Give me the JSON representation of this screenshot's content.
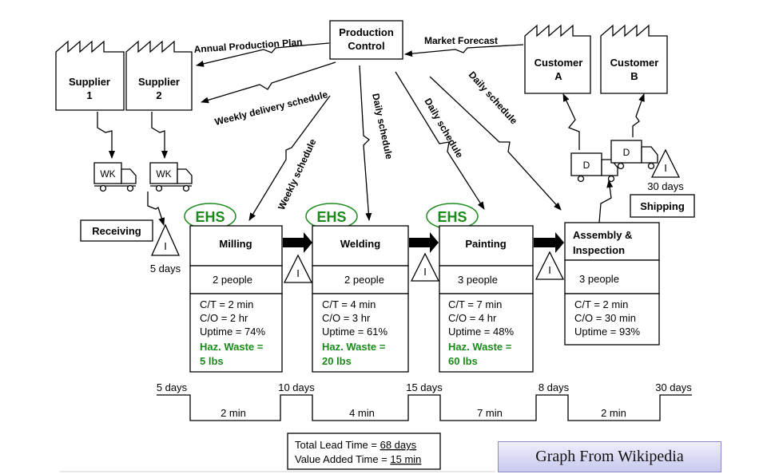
{
  "production_control": {
    "line1": "Production",
    "line2": "Control"
  },
  "flows": {
    "annual_plan": "Annual Production Plan",
    "market_forecast": "Market Forecast",
    "weekly_delivery": "Weekly delivery schedule",
    "weekly_schedule": "Weekly schedule",
    "daily_1": "Daily schedule",
    "daily_2": "Daily schedule",
    "daily_3": "Daily schedule"
  },
  "suppliers": [
    {
      "line1": "Supplier",
      "line2": "1"
    },
    {
      "line1": "Supplier",
      "line2": "2"
    }
  ],
  "customers": [
    {
      "line1": "Customer",
      "line2": "A"
    },
    {
      "line1": "Customer",
      "line2": "B"
    }
  ],
  "trucks": {
    "supplier_label": "WK",
    "customer_label": "D"
  },
  "receiving": {
    "label": "Receiving",
    "inventory_symbol": "I",
    "days": "5 days"
  },
  "shipping": {
    "label": "Shipping",
    "inventory_symbol": "I",
    "days": "30 days"
  },
  "ehs_label": "EHS",
  "inventory_symbol": "I",
  "processes": [
    {
      "name": "Milling",
      "people": "2 people",
      "ct": "C/T = 2 min",
      "co": "C/O = 2 hr",
      "uptime": "Uptime = 74%",
      "haz1": "Haz. Waste =",
      "haz2": "5 lbs"
    },
    {
      "name": "Welding",
      "people": "2 people",
      "ct": "C/T = 4 min",
      "co": "C/O = 3 hr",
      "uptime": "Uptime = 61%",
      "haz1": "Haz. Waste =",
      "haz2": "20 lbs"
    },
    {
      "name": "Painting",
      "people": "3 people",
      "ct": "C/T = 7 min",
      "co": "C/O = 4 hr",
      "uptime": "Uptime = 48%",
      "haz1": "Haz. Waste =",
      "haz2": "60 lbs"
    },
    {
      "name1": "Assembly &",
      "name2": "Inspection",
      "people": "3 people",
      "ct": "C/T = 2 min",
      "co": "C/O = 30 min",
      "uptime": "Uptime = 93%"
    }
  ],
  "timeline": {
    "days": [
      "5 days",
      "10 days",
      "15 days",
      "8 days",
      "30 days"
    ],
    "times": [
      "2 min",
      "4 min",
      "7 min",
      "2 min"
    ]
  },
  "summary": {
    "lead_label": "Total Lead Time = ",
    "lead_value": "68 days",
    "value_label": "Value Added Time = ",
    "value_value": "15 min"
  },
  "source_note": "Graph From Wikipedia"
}
